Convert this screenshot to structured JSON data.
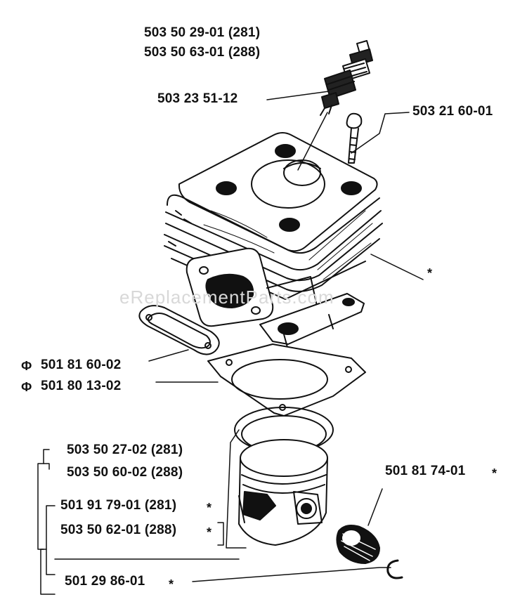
{
  "parts": {
    "plug_281": "503 50 29-01 (281)",
    "plug_288": "503 50 63-01 (288)",
    "plug_cap": "503 23 51-12",
    "bolt": "503 21 60-01",
    "cylinder_mark": "*",
    "gasket_muffler": "501 81 60-02",
    "gasket_muffler_mark": "Ф",
    "gasket_base": "501 80 13-02",
    "gasket_base_mark": "Ф",
    "ring_281": "503 50 27-02 (281)",
    "ring_288": "503 50 60-02 (288)",
    "piston_281": "501 91 79-01 (281)",
    "piston_281_mark": "*",
    "piston_288": "503 50 62-01 (288)",
    "piston_288_mark": "*",
    "bearing": "501 81 74-01",
    "bearing_mark": "*",
    "circlip": "501 29 86-01",
    "circlip_mark": "*"
  },
  "watermark": "eReplacementParts.com"
}
